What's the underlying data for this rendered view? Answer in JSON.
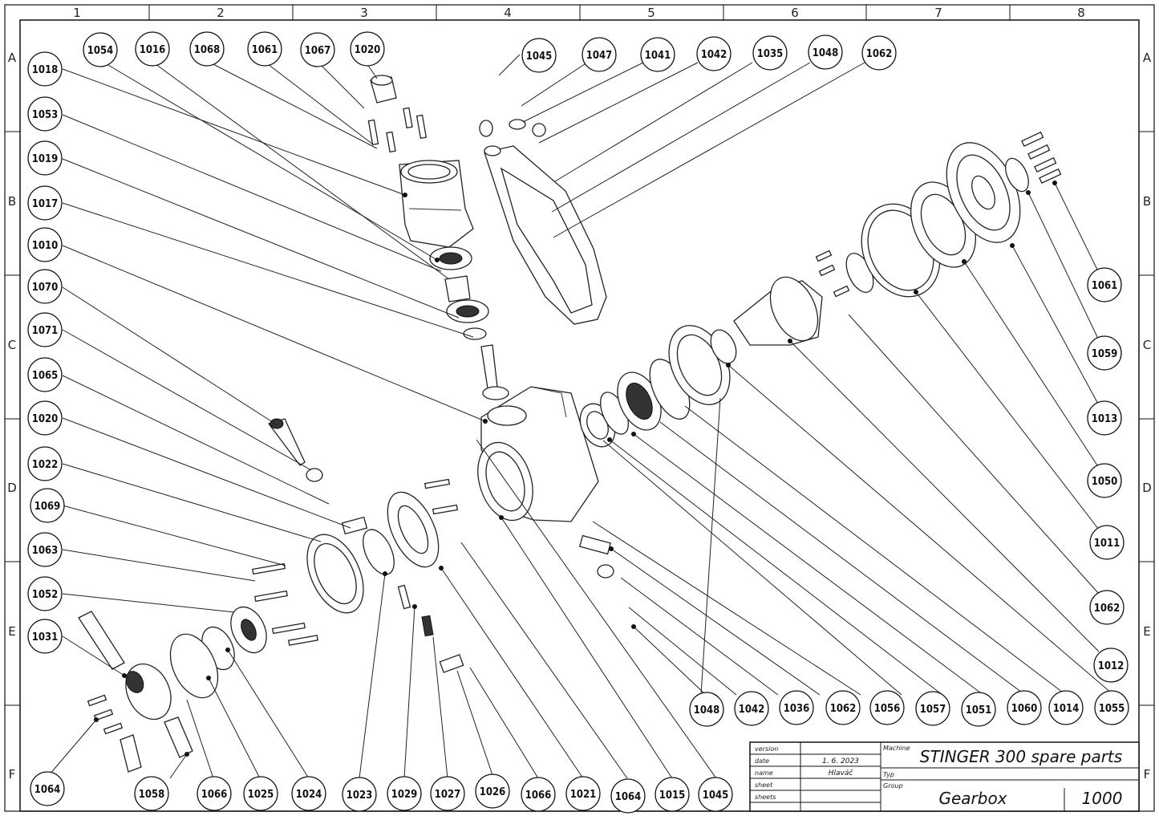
{
  "grid": {
    "columns": [
      "1",
      "2",
      "3",
      "4",
      "5",
      "6",
      "7",
      "8"
    ],
    "rows": [
      "A",
      "B",
      "C",
      "D",
      "E",
      "F"
    ]
  },
  "callouts": [
    {
      "label": "1054"
    },
    {
      "label": "1016"
    },
    {
      "label": "1068"
    },
    {
      "label": "1061"
    },
    {
      "label": "1067"
    },
    {
      "label": "1020"
    },
    {
      "label": "1045"
    },
    {
      "label": "1047"
    },
    {
      "label": "1041"
    },
    {
      "label": "1042"
    },
    {
      "label": "1035"
    },
    {
      "label": "1048"
    },
    {
      "label": "1062"
    },
    {
      "label": "1018"
    },
    {
      "label": "1053"
    },
    {
      "label": "1019"
    },
    {
      "label": "1017"
    },
    {
      "label": "1010"
    },
    {
      "label": "1070"
    },
    {
      "label": "1071"
    },
    {
      "label": "1065"
    },
    {
      "label": "1020"
    },
    {
      "label": "1022"
    },
    {
      "label": "1069"
    },
    {
      "label": "1063"
    },
    {
      "label": "1052"
    },
    {
      "label": "1031"
    },
    {
      "label": "1064"
    },
    {
      "label": "1061"
    },
    {
      "label": "1059"
    },
    {
      "label": "1013"
    },
    {
      "label": "1050"
    },
    {
      "label": "1011"
    },
    {
      "label": "1062"
    },
    {
      "label": "1012"
    },
    {
      "label": "1055"
    },
    {
      "label": "1048"
    },
    {
      "label": "1042"
    },
    {
      "label": "1036"
    },
    {
      "label": "1062"
    },
    {
      "label": "1056"
    },
    {
      "label": "1057"
    },
    {
      "label": "1051"
    },
    {
      "label": "1060"
    },
    {
      "label": "1014"
    },
    {
      "label": "1058"
    },
    {
      "label": "1066"
    },
    {
      "label": "1025"
    },
    {
      "label": "1024"
    },
    {
      "label": "1023"
    },
    {
      "label": "1029"
    },
    {
      "label": "1027"
    },
    {
      "label": "1026"
    },
    {
      "label": "1066"
    },
    {
      "label": "1021"
    },
    {
      "label": "1064"
    },
    {
      "label": "1015"
    },
    {
      "label": "1045"
    }
  ],
  "title_block": {
    "labels": {
      "version": "version",
      "date": "date",
      "name": "name",
      "sheet": "sheet",
      "sheets": "sheets",
      "machine": "Machine",
      "typ": "Typ",
      "group": "Group"
    },
    "date_value": "1. 6. 2023",
    "name_value": "Hlaváč",
    "machine_value": "STINGER 300 spare parts",
    "group_value": "Gearbox",
    "group_number": "1000"
  }
}
